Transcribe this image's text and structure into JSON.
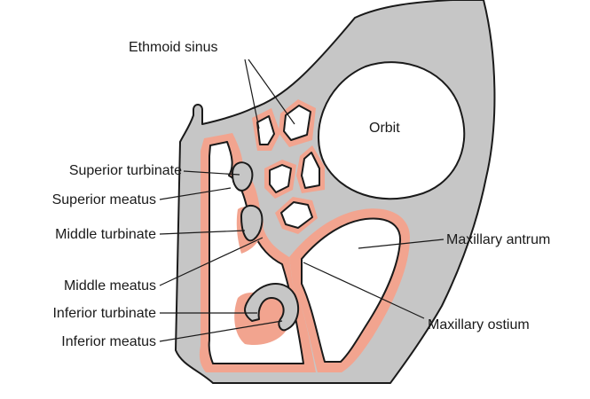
{
  "diagram": {
    "colors": {
      "bone": "#c6c6c6",
      "mucosa": "#f2a48f",
      "air": "#ffffff",
      "outline": "#1a1a1a"
    },
    "labels": {
      "ethmoid_sinus": "Ethmoid sinus",
      "orbit": "Orbit",
      "superior_turbinate": "Superior turbinate",
      "superior_meatus": "Superior meatus",
      "middle_turbinate": "Middle turbinate",
      "middle_meatus": "Middle meatus",
      "inferior_turbinate": "Inferior turbinate",
      "inferior_meatus": "Inferior meatus",
      "maxillary_antrum": "Maxillary antrum",
      "maxillary_ostium": "Maxillary ostium"
    }
  }
}
